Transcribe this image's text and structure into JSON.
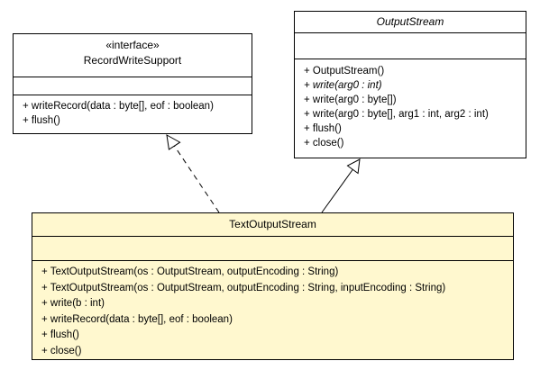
{
  "classes": {
    "record_write_support": {
      "stereotype": "«interface»",
      "name": "RecordWriteSupport",
      "methods": [
        "+ writeRecord(data : byte[], eof : boolean)",
        "+ flush()"
      ]
    },
    "output_stream": {
      "name": "OutputStream",
      "methods": [
        "+ OutputStream()",
        "+ write(arg0 : int)",
        "+ write(arg0 : byte[])",
        "+ write(arg0 : byte[], arg1 : int, arg2 : int)",
        "+ flush()",
        "+ close()"
      ]
    },
    "text_output_stream": {
      "name": "TextOutputStream",
      "methods": [
        "+ TextOutputStream(os : OutputStream, outputEncoding : String)",
        "+ TextOutputStream(os : OutputStream, outputEncoding : String, inputEncoding : String)",
        "+ write(b : int)",
        "+ writeRecord(data : byte[], eof : boolean)",
        "+ flush()",
        "+ close()"
      ]
    }
  },
  "relations": [
    {
      "from": "TextOutputStream",
      "to": "RecordWriteSupport",
      "kind": "realization"
    },
    {
      "from": "TextOutputStream",
      "to": "OutputStream",
      "kind": "generalization"
    }
  ]
}
